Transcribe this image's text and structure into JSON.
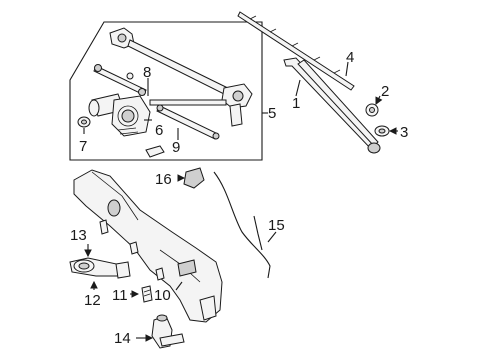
{
  "diagram": {
    "labels": [
      "1",
      "2",
      "3",
      "4",
      "5",
      "6",
      "7",
      "8",
      "9",
      "10",
      "11",
      "12",
      "13",
      "14",
      "15",
      "16"
    ]
  }
}
